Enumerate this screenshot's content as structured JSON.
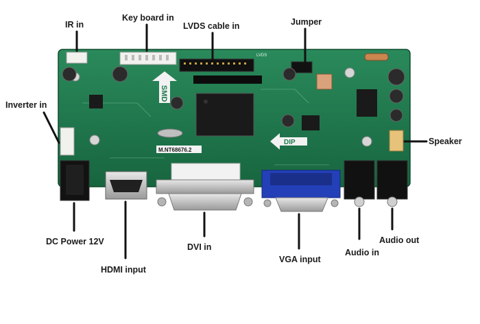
{
  "labels": {
    "ir_in": "IR in",
    "keyboard_in": "Key board in",
    "lvds_in": "LVDS cable in",
    "jumper": "Jumper",
    "inverter_in": "Inverter in",
    "speaker": "Speaker",
    "dc_power": "DC Power 12V",
    "hdmi_input": "HDMI input",
    "dvi_in": "DVI  in",
    "vga_input": "VGA input",
    "audio_in": "Audio in",
    "audio_out": "Audio out"
  },
  "board_text": {
    "model": "M.NT68676.2",
    "smd": "SMD",
    "dip": "DIP",
    "lvds_silk": "LVDS"
  },
  "colors": {
    "pcb": "#1f7a4e",
    "arrow": "#111111",
    "vga_blue": "#2340b8"
  }
}
